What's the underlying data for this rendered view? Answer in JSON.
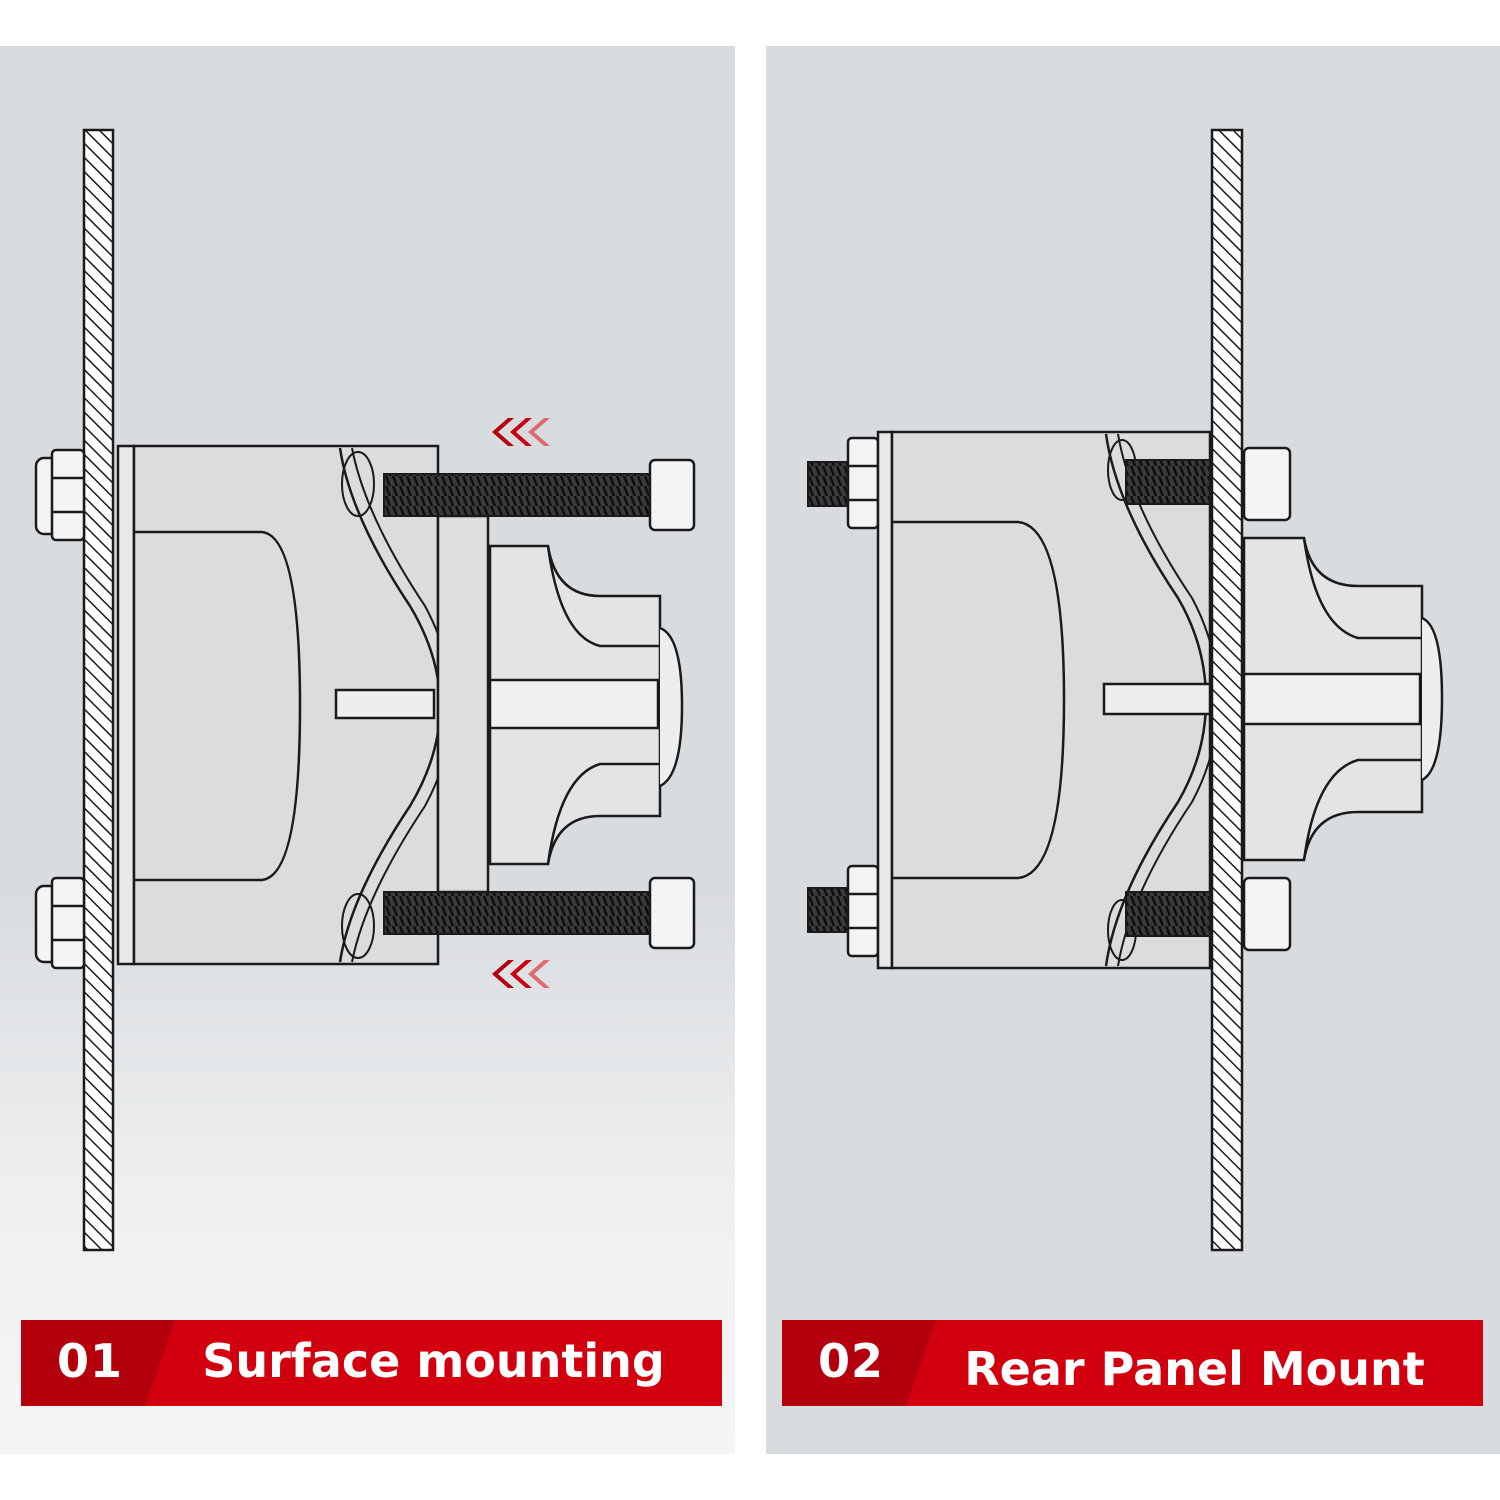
{
  "panels": [
    {
      "number": "01",
      "title": "Surface mounting"
    },
    {
      "number": "02",
      "title": "Rear Panel Mount"
    }
  ],
  "colors": {
    "background": "#d9dcdf",
    "banner_number": "#b3000c",
    "banner_title": "#d2000f",
    "arrow": "#c8000f",
    "line": "#1a1a1a"
  },
  "icons": [
    "double-chevron-left-arrow-icon"
  ]
}
